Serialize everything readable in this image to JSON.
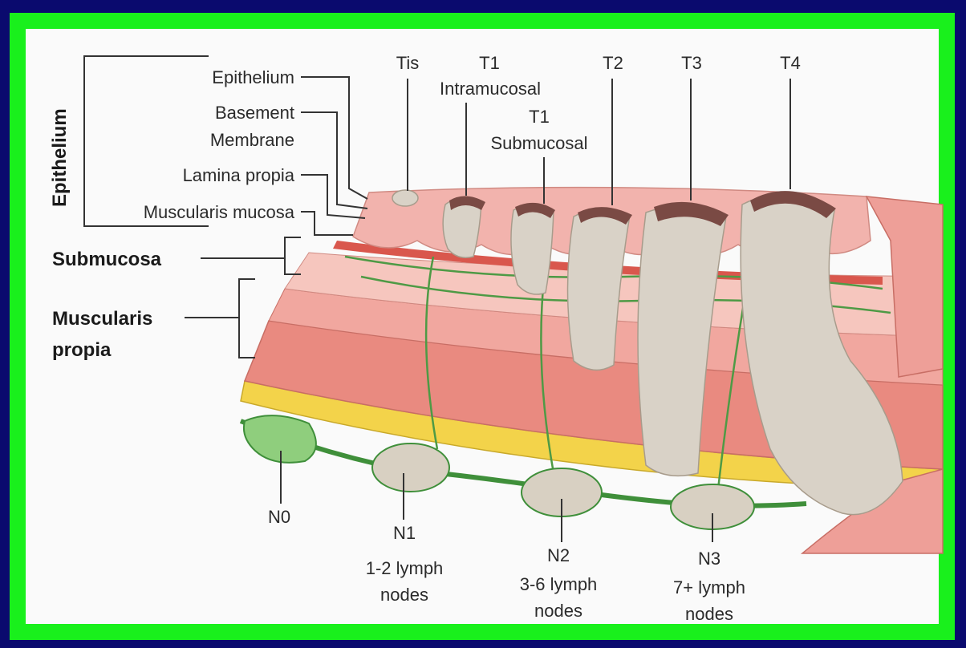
{
  "colors": {
    "background": "#0a0a6e",
    "border": "#19f01c",
    "panel": "#fafafa",
    "mucosa": "#f2b3ad",
    "muscle": "#e98a80",
    "fat": "#f3d34a",
    "tumor": "#d9d2c7",
    "vessel": "#3f8f3a",
    "node": "#d8d0c2"
  },
  "layers": {
    "epithelium": "Epithelium",
    "epithelium_layer": "Epithelium",
    "basement_1": "Basement",
    "basement_2": "Membrane",
    "lamina": "Lamina propia",
    "muscularis_mucosa": "Muscularis mucosa",
    "submucosa": "Submucosa",
    "muscularis_propia_1": "Muscularis",
    "muscularis_propia_2": "propia"
  },
  "t_stages": {
    "tis": "Tis",
    "t1": "T1",
    "t1_intramucosal": "Intramucosal",
    "t1b": "T1",
    "t1_submucosal": "Submucosal",
    "t2": "T2",
    "t3": "T3",
    "t4": "T4"
  },
  "n_stages": {
    "n0": "N0",
    "n1": "N1",
    "n1_desc_1": "1-2 lymph",
    "n1_desc_2": "nodes",
    "n2": "N2",
    "n2_desc_1": "3-6 lymph",
    "n2_desc_2": "nodes",
    "n3": "N3",
    "n3_desc_1": "7+ lymph",
    "n3_desc_2": "nodes"
  }
}
